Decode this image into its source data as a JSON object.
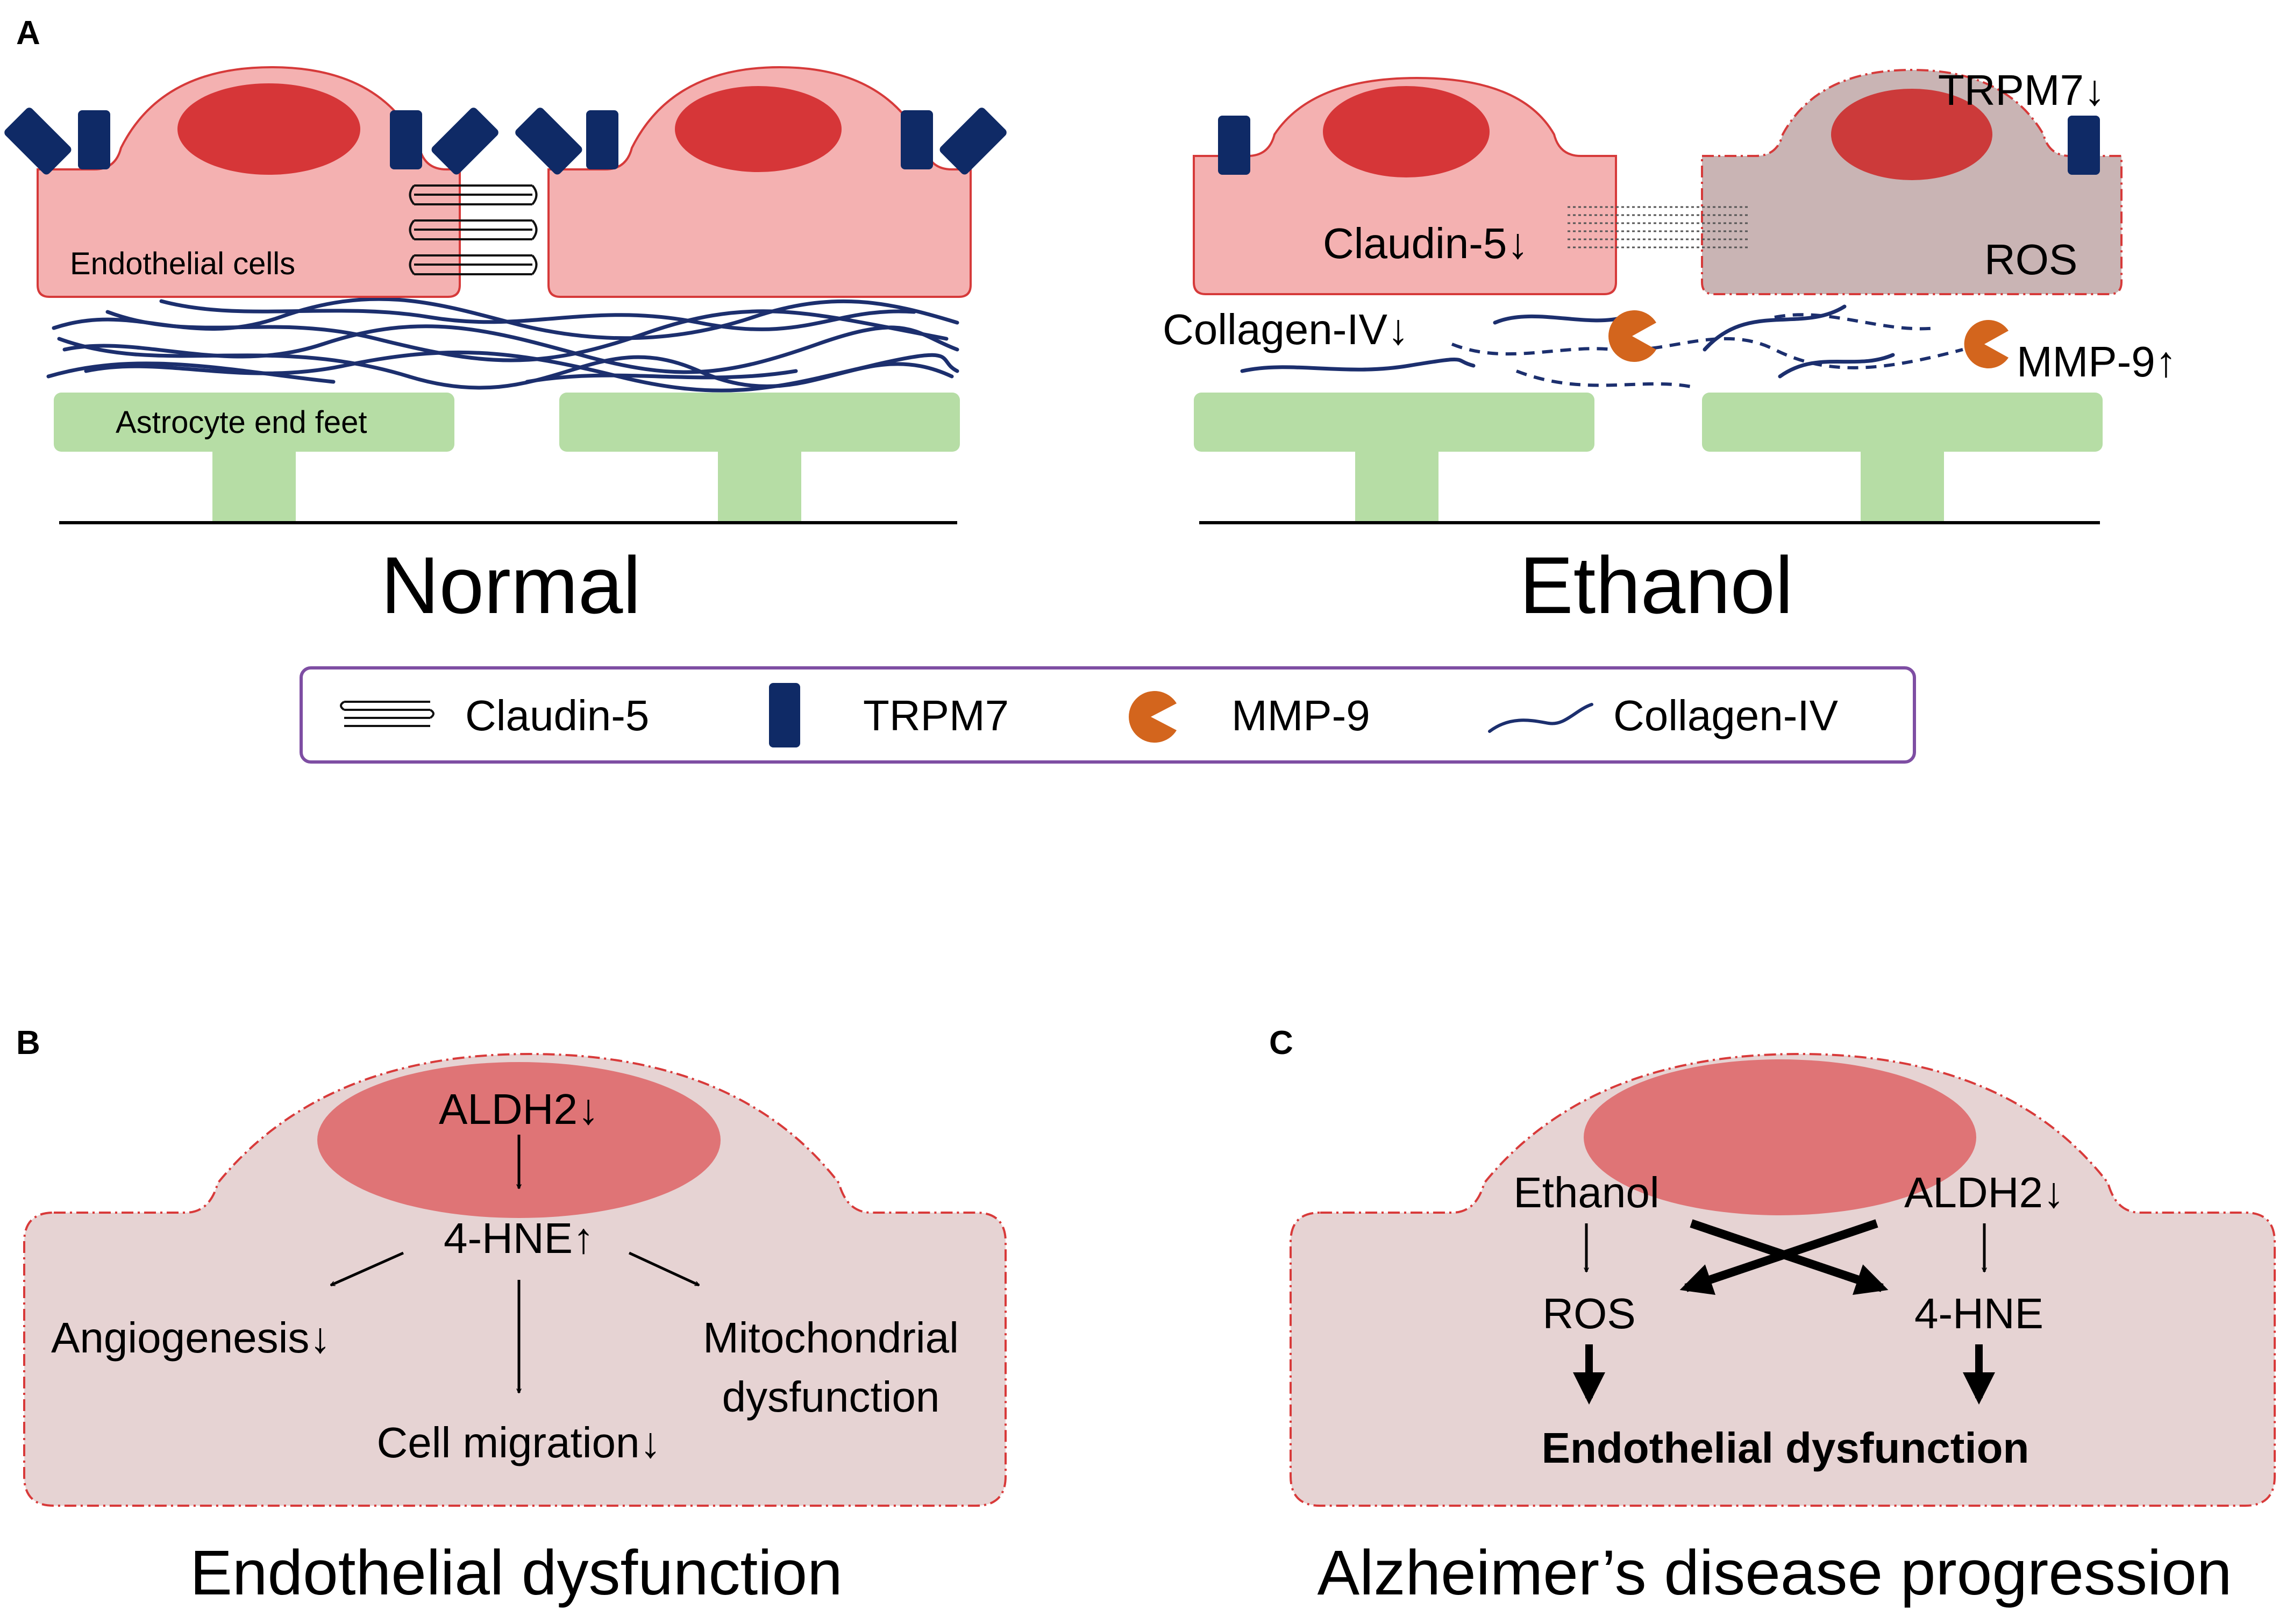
{
  "panels": {
    "a": {
      "letter": "A",
      "normal": {
        "cell_label": "Endothelial cells",
        "astro_label": "Astrocyte end feet",
        "title": "Normal"
      },
      "ethanol": {
        "trpm7": "TRPM7↓",
        "claudin": "Claudin-5↓",
        "ros": "ROS",
        "collagen": "Collagen-IV↓",
        "mmp9": "MMP-9↑",
        "title": "Ethanol"
      },
      "legend": [
        {
          "label": "Claudin-5",
          "icon": "claudin-icon"
        },
        {
          "label": "TRPM7",
          "icon": "trpm7-icon"
        },
        {
          "label": "MMP-9",
          "icon": "mmp9-icon"
        },
        {
          "label": "Collagen-IV",
          "icon": "collagen-icon"
        }
      ]
    },
    "b": {
      "letter": "B",
      "aldh2": "ALDH2↓",
      "hne": "4-HNE↑",
      "angiogenesis": "Angiogenesis↓",
      "migration": "Cell migration↓",
      "mito_line1": "Mitochondrial",
      "mito_line2": "dysfunction",
      "title": "Endothelial dysfunction"
    },
    "c": {
      "letter": "C",
      "ethanol": "Ethanol",
      "aldh2": "ALDH2↓",
      "ros": "ROS",
      "hne": "4-HNE",
      "result": "Endothelial dysfunction",
      "title": "Alzheimer’s disease progression"
    }
  },
  "colors": {
    "cell_fill": "#f4b1b1",
    "cell_stroke": "#d63a3a",
    "nucleus": "#d63638",
    "nucleus_dim": "#cc3a3a",
    "damaged_cell": "#c9b4b4",
    "astrocyte": "#b6dda5",
    "collagen": "#1c2f6e",
    "trpm7": "#0f2a66",
    "mmp9": "#d3651d",
    "legend_border": "#7e4ea3",
    "panel_bg": "#e6d3d3",
    "panel_stroke": "#d83a3a",
    "panel_nucleus": "#df7476"
  }
}
